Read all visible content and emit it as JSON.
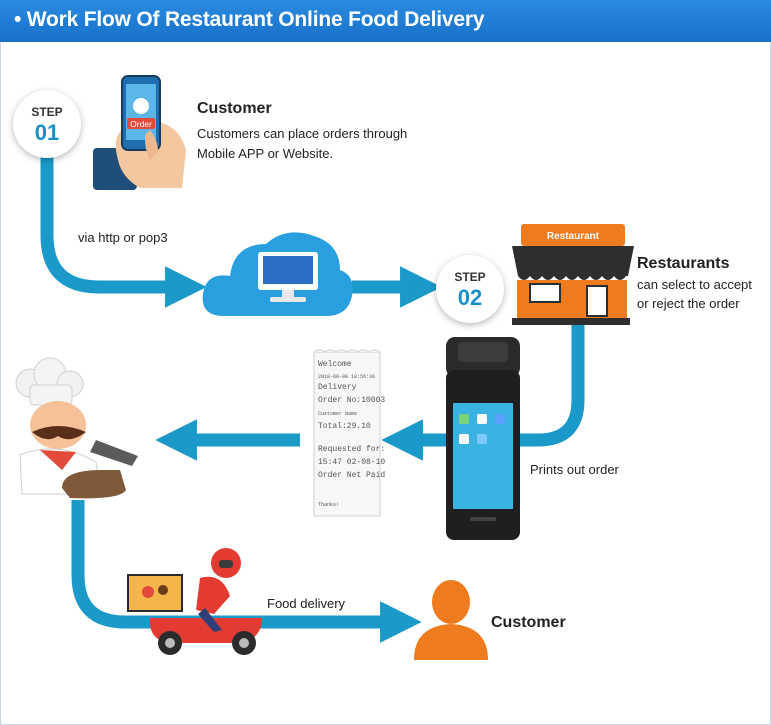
{
  "header": {
    "title": "• Work Flow Of  Restaurant Online Food Delivery"
  },
  "step1": {
    "label": "STEP",
    "number": "01",
    "title": "Customer",
    "desc_line1": "Customers can place orders through",
    "desc_line2": "Mobile APP or Website."
  },
  "connector1": {
    "label": "via http or pop3"
  },
  "step2": {
    "label": "STEP",
    "number": "02",
    "title": "Restaurants",
    "desc_line1": "can select to accept",
    "desc_line2": "or reject the order"
  },
  "restaurant_sign": "Restaurant",
  "phone_screen_text": "Order",
  "printer": {
    "label": "Prints out order"
  },
  "receipt": {
    "lines": [
      "Welcome",
      "2018-08-08 10:56:36",
      "Delivery",
      "Order No:10003",
      "Customer Name",
      "Total:29.10",
      "Requested for:",
      "15:47 02-08-10",
      "Order Net Paid",
      "Thanks!"
    ]
  },
  "delivery": {
    "label": "Food delivery"
  },
  "final": {
    "title": "Customer"
  },
  "colors": {
    "header": "#1f7ad4",
    "flow": "#1b9ac9",
    "accent": "#f07a1e",
    "cloud": "#2a9fe0"
  },
  "icons": [
    "phone-hand-icon",
    "cloud-monitor-icon",
    "restaurant-icon",
    "pos-terminal-icon",
    "receipt-icon",
    "chef-icon",
    "scooter-rider-icon",
    "customer-icon"
  ]
}
